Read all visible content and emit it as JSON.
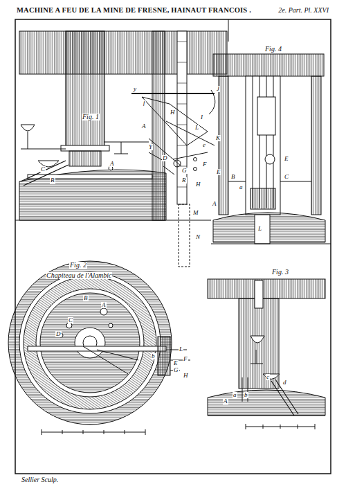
{
  "diagram": {
    "title": "MACHINE A FEU DE LA MINE DE FRESNE, HAINAUT FRANCOIS .",
    "labels": [
      "2e. Part. Pl. XXVI",
      "Fig. 1",
      "Fig. 4",
      "Fig. 2",
      "Chapiteau de l'Alambic",
      "Fig. 3",
      "Sellier Sculp.",
      "y",
      "J",
      "f",
      "H",
      "I",
      "L",
      "K",
      "A",
      "Y",
      "e",
      "A",
      "C",
      "B",
      "D",
      "G",
      "F",
      "E",
      "R",
      "H",
      "M",
      "N",
      "A",
      "B",
      "a",
      "C",
      "E",
      "L",
      "A",
      "B",
      "C",
      "D",
      "b",
      "L",
      "E",
      "F",
      "G",
      "H",
      "A",
      "a",
      "b",
      "c",
      "d"
    ]
  }
}
